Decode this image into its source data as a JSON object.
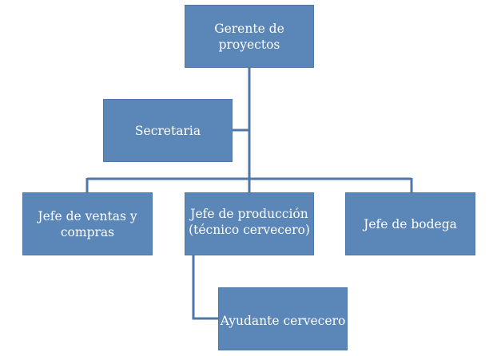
{
  "org_chart": {
    "nodes": {
      "gerente": "Gerente de\nproyectos",
      "secretaria": "Secretaria",
      "ventas": "Jefe de ventas y\ncompras",
      "produccion": "Jefe de producción\n(técnico cervecero)",
      "bodega": "Jefe de bodega",
      "ayudante": "Ayudante cervecero"
    }
  },
  "colors": {
    "box_fill": "#5b86b8",
    "connector": "#4f78aa"
  }
}
